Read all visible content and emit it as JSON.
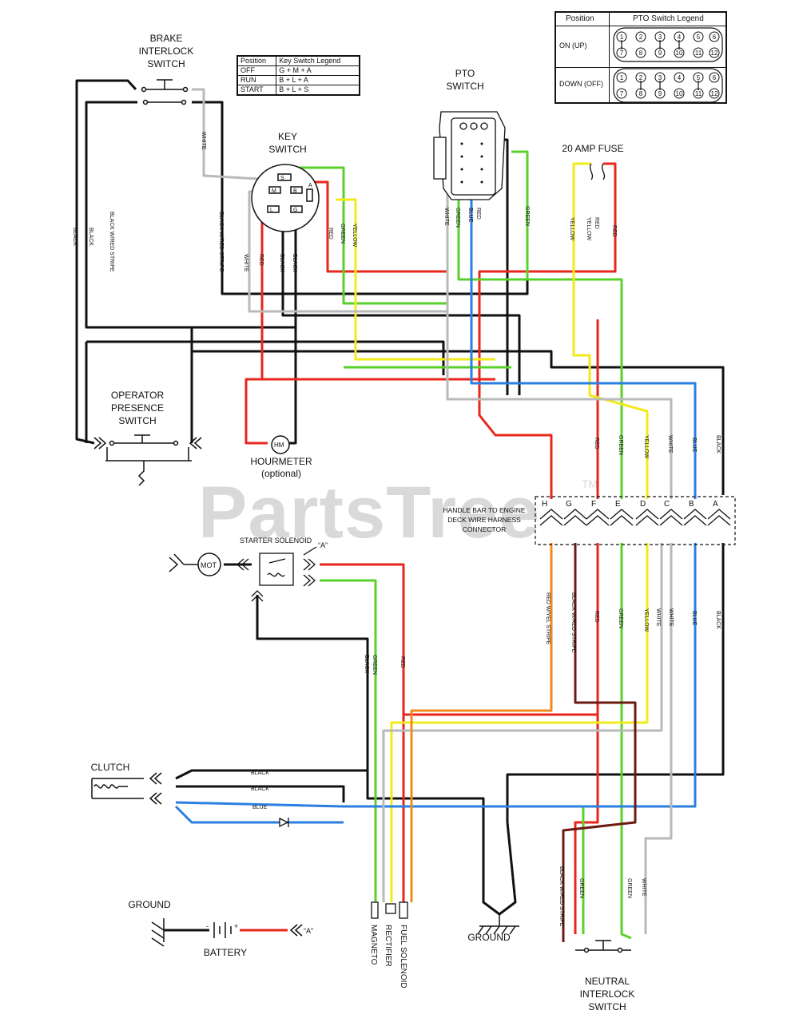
{
  "watermark": {
    "text": "PartsTree",
    "tm": "TM"
  },
  "labels": {
    "brake_switch": [
      "BRAKE",
      "INTERLOCK",
      "SWITCH"
    ],
    "key_switch": [
      "KEY",
      "SWITCH"
    ],
    "pto_switch": [
      "PTO",
      "SWITCH"
    ],
    "fuse": "20 AMP FUSE",
    "operator_switch": [
      "OPERATOR",
      "PRESENCE",
      "SWITCH"
    ],
    "hourmeter": [
      "HOURMETER",
      "(optional)"
    ],
    "hm": "HM",
    "starter_solenoid": "STARTER SOLENOID",
    "mot": "MOT",
    "a_mark": "“A”",
    "harness": [
      "HANDLE BAR TO ENGINE",
      "DECK WIRE HARNESS",
      "CONNECTOR"
    ],
    "clutch": "CLUTCH",
    "ground_left": "GROUND",
    "battery": "BATTERY",
    "battery_a": "“A”",
    "ground_center": "GROUND",
    "magneto": "MAGNETO",
    "rectifier": "RECTIFIER",
    "fuel_solenoid": "FUEL SOLENOID",
    "neutral_switch": [
      "NEUTRAL",
      "INTERLOCK",
      "SWITCH"
    ]
  },
  "key_legend": {
    "headers": [
      "Position",
      "Key Switch Legend"
    ],
    "rows": [
      [
        "OFF",
        "G + M + A"
      ],
      [
        "RUN",
        "B + L + A"
      ],
      [
        "START",
        "B + L + S"
      ]
    ]
  },
  "pto_legend": {
    "headers": [
      "Position",
      "PTO Switch Legend"
    ],
    "on_label": "ON (UP)",
    "off_label": "DOWN (OFF)",
    "pins_top": [
      "1",
      "2",
      "3",
      "4",
      "5",
      "6"
    ],
    "pins_bottom": [
      "7",
      "8",
      "9",
      "10",
      "11",
      "12"
    ]
  },
  "harness_pins": [
    "H",
    "G",
    "F",
    "E",
    "D",
    "C",
    "B",
    "A"
  ],
  "key_terminals": [
    "S",
    "M",
    "B",
    "A",
    "L",
    "G"
  ],
  "wire_labels": {
    "white": "WHITE",
    "black": "BLACK",
    "red": "RED",
    "green": "GREEN",
    "yellow": "YELLOW",
    "blue": "BLUE",
    "black_red": "BLACK W/RED STRIPE",
    "red_yel": "RED W/YEL STRIPE",
    "green_black": "GREEN BLACK"
  },
  "wire_colors": {
    "black": "#111111",
    "red": "#e8261c",
    "green": "#5ad12b",
    "yellow": "#f2ea1b",
    "blue": "#2a7fe0",
    "white": "#b9b9b9",
    "maroon": "#6b1a12",
    "orange": "#f08a1c"
  }
}
